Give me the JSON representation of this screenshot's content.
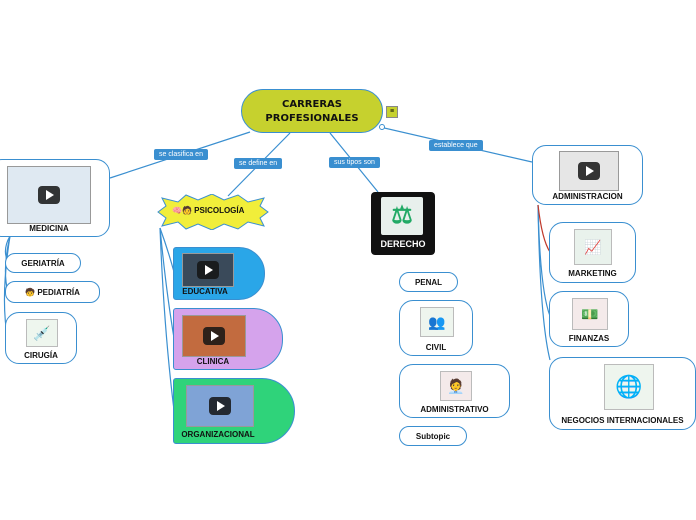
{
  "central": {
    "line1": "CARRERAS",
    "line2": "PROFESIONALES",
    "menu_icon": "menu-icon"
  },
  "links": {
    "clasifica": "se clasifica en",
    "define": "se define en",
    "tipos": "sus tipos son",
    "establece": "establece que"
  },
  "medicina": {
    "title": "MEDICINA",
    "children": {
      "geriatria": "GERIATRÍA",
      "pediatria": "PEDIATRÍA",
      "cirugia": "CIRUGÍA"
    }
  },
  "psicologia": {
    "title": "PSICOLOGÍA",
    "children": {
      "educativa": "EDUCATIVA",
      "clinica": "CLINICA",
      "organizacional": "ORGANIZACIONAL"
    }
  },
  "derecho": {
    "title": "DERECHO",
    "children": {
      "penal": "PENAL",
      "civil": "CIVIL",
      "administrativo": "ADMINISTRATIVO",
      "subtopic": "Subtopic"
    }
  },
  "administracion": {
    "title": "ADMINISTRACION",
    "children": {
      "marketing": "MARKETING",
      "finanzas": "FINANZAS",
      "negocios": "NEGOCIOS INTERNACIONALES"
    }
  },
  "colors": {
    "central": "#c6d12e",
    "psicologia": "#f1ee3a",
    "educativa": "#2aa6e8",
    "clinica": "#d5a3ec",
    "organizacional": "#2fd37a",
    "line": "#3a8fd0",
    "red_line": "#c0392b"
  }
}
